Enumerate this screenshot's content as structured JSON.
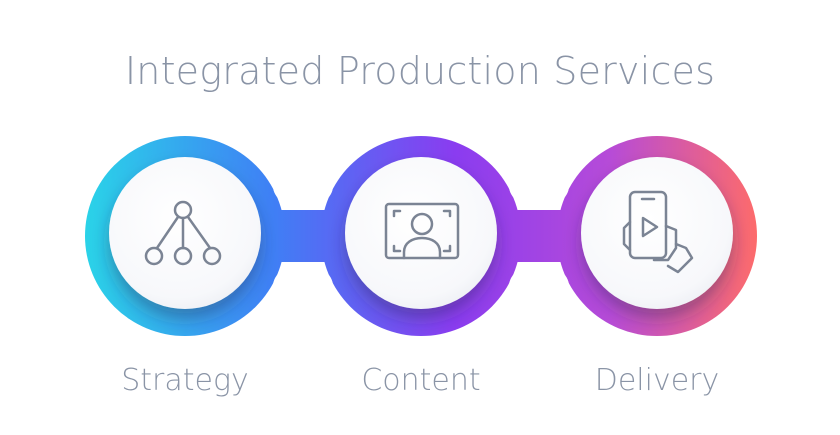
{
  "title": "Integrated Production Services",
  "colors": {
    "gradient_start": "#2ad3e8",
    "gradient_mid1": "#3f7ff5",
    "gradient_mid2": "#8a3cf0",
    "gradient_mid3": "#b64bd8",
    "gradient_end": "#fd6b6b",
    "text": "#8a94a6",
    "icon": "#7b8494",
    "disc": "#f7f8fb"
  },
  "steps": [
    {
      "label": "Strategy",
      "icon": "hierarchy-tree-icon"
    },
    {
      "label": "Content",
      "icon": "user-portrait-frame-icon"
    },
    {
      "label": "Delivery",
      "icon": "hand-holding-phone-play-icon"
    }
  ]
}
